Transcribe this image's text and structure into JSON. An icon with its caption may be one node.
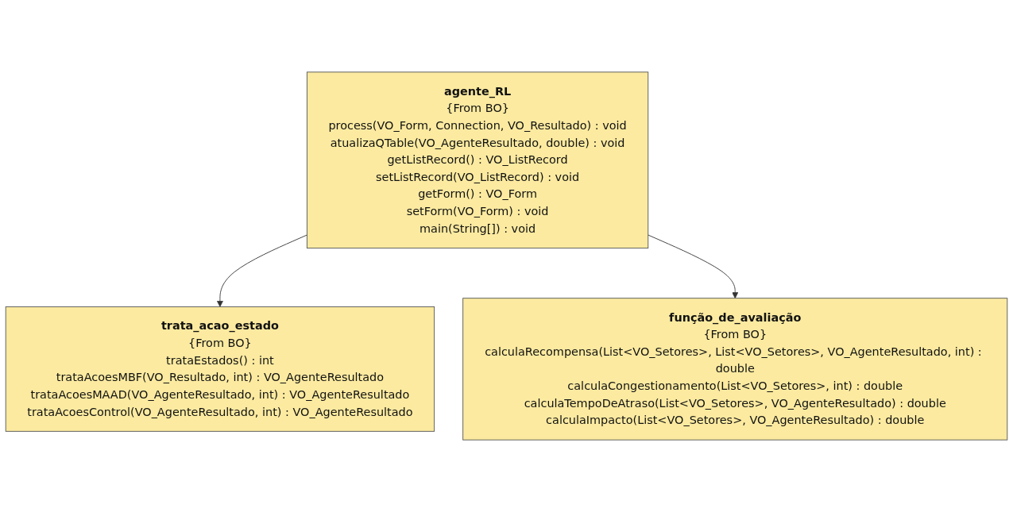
{
  "diagram": {
    "nodes": [
      {
        "text": [
          "agente_RL",
          "{From BO}",
          "process(VO_Form, Connection, VO_Resultado) : void",
          "atualizaQTable(VO_AgenteResultado, double) : void",
          "getListRecord() : VO_ListRecord",
          "setListRecord(VO_ListRecord) : void",
          "getForm() : VO_Form",
          "setForm(VO_Form) : void",
          "main(String[]) : void"
        ]
      },
      {
        "text": [
          "trata_acao_estado",
          "{From BO}",
          "trataEstados() : int",
          "trataAcoesMBF(VO_Resultado, int) : VO_AgenteResultado",
          "trataAcoesMAAD(VO_AgenteResultado, int) : VO_AgenteResultado",
          "trataAcoesControl(VO_AgenteResultado, int) : VO_AgenteResultado"
        ]
      },
      {
        "text": [
          "função_de_avaliação",
          "{From BO}",
          "calculaRecompensa(List<VO_Setores>, List<VO_Setores>, VO_AgenteResultado, int) : double",
          "calculaCongestionamento(List<VO_Setores>, int) : double",
          "calculaTempoDeAtraso(List<VO_Setores>, VO_AgenteResultado) : double",
          "calculaImpacto(List<VO_Setores>, VO_AgenteResultado) : double"
        ]
      }
    ],
    "edges": [
      {
        "from": 0,
        "to": 1,
        "arrow": "to"
      },
      {
        "from": 0,
        "to": 2,
        "arrow": "to"
      }
    ]
  }
}
